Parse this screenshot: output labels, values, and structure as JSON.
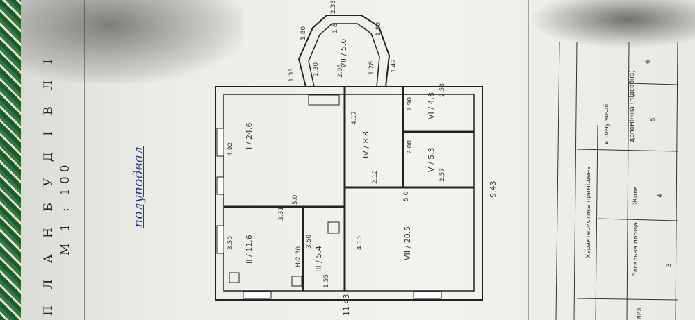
{
  "document": {
    "title": "П Л А Н  Б У Д І В Л І",
    "scale": "М  1 : 100",
    "handwritten": "полуподвал"
  },
  "plan": {
    "overall_length": "11.43",
    "overall_width": "9.43",
    "rooms": [
      {
        "id": "I",
        "area": "24.6",
        "dim_a": "4.92",
        "dim_b": "5.0"
      },
      {
        "id": "II",
        "area": "11.6",
        "dim_a": "3.50",
        "dim_b": "3.31"
      },
      {
        "id": "III",
        "area": "5.4",
        "dim_a": "3.50",
        "dim_b": "1.55"
      },
      {
        "id": "IV",
        "area": "8.8",
        "dim_a": "4.17",
        "dim_b": "2.12"
      },
      {
        "id": "V",
        "area": "5.3",
        "dim_a": "2.08",
        "dim_b": "2.57"
      },
      {
        "id": "VI",
        "area": "4.8",
        "dim_a": "1.90",
        "dim_b": "2.53"
      },
      {
        "id": "VII",
        "area": "20.5",
        "dim_a": "4.10",
        "dim_b": "5.0"
      },
      {
        "id": "VII",
        "area": "5.0",
        "dim_a": "1.8",
        "dim_b": "2.33"
      }
    ],
    "misc_dims": [
      "1.35",
      "1.30",
      "2.05",
      "1.28",
      "1.42",
      "1.80",
      "1.80",
      "2.33",
      "1.8",
      "H-2.30"
    ]
  },
  "table": {
    "header": "Характеристика приміщень",
    "in_total": "в тому числі",
    "col_total": "Загальна площа",
    "col_living": "Жила",
    "col_aux": "допоміжна (підсобна)",
    "num3": "3",
    "num4": "4",
    "num5": "5",
    "num6": "6",
    "cut": "лих"
  }
}
